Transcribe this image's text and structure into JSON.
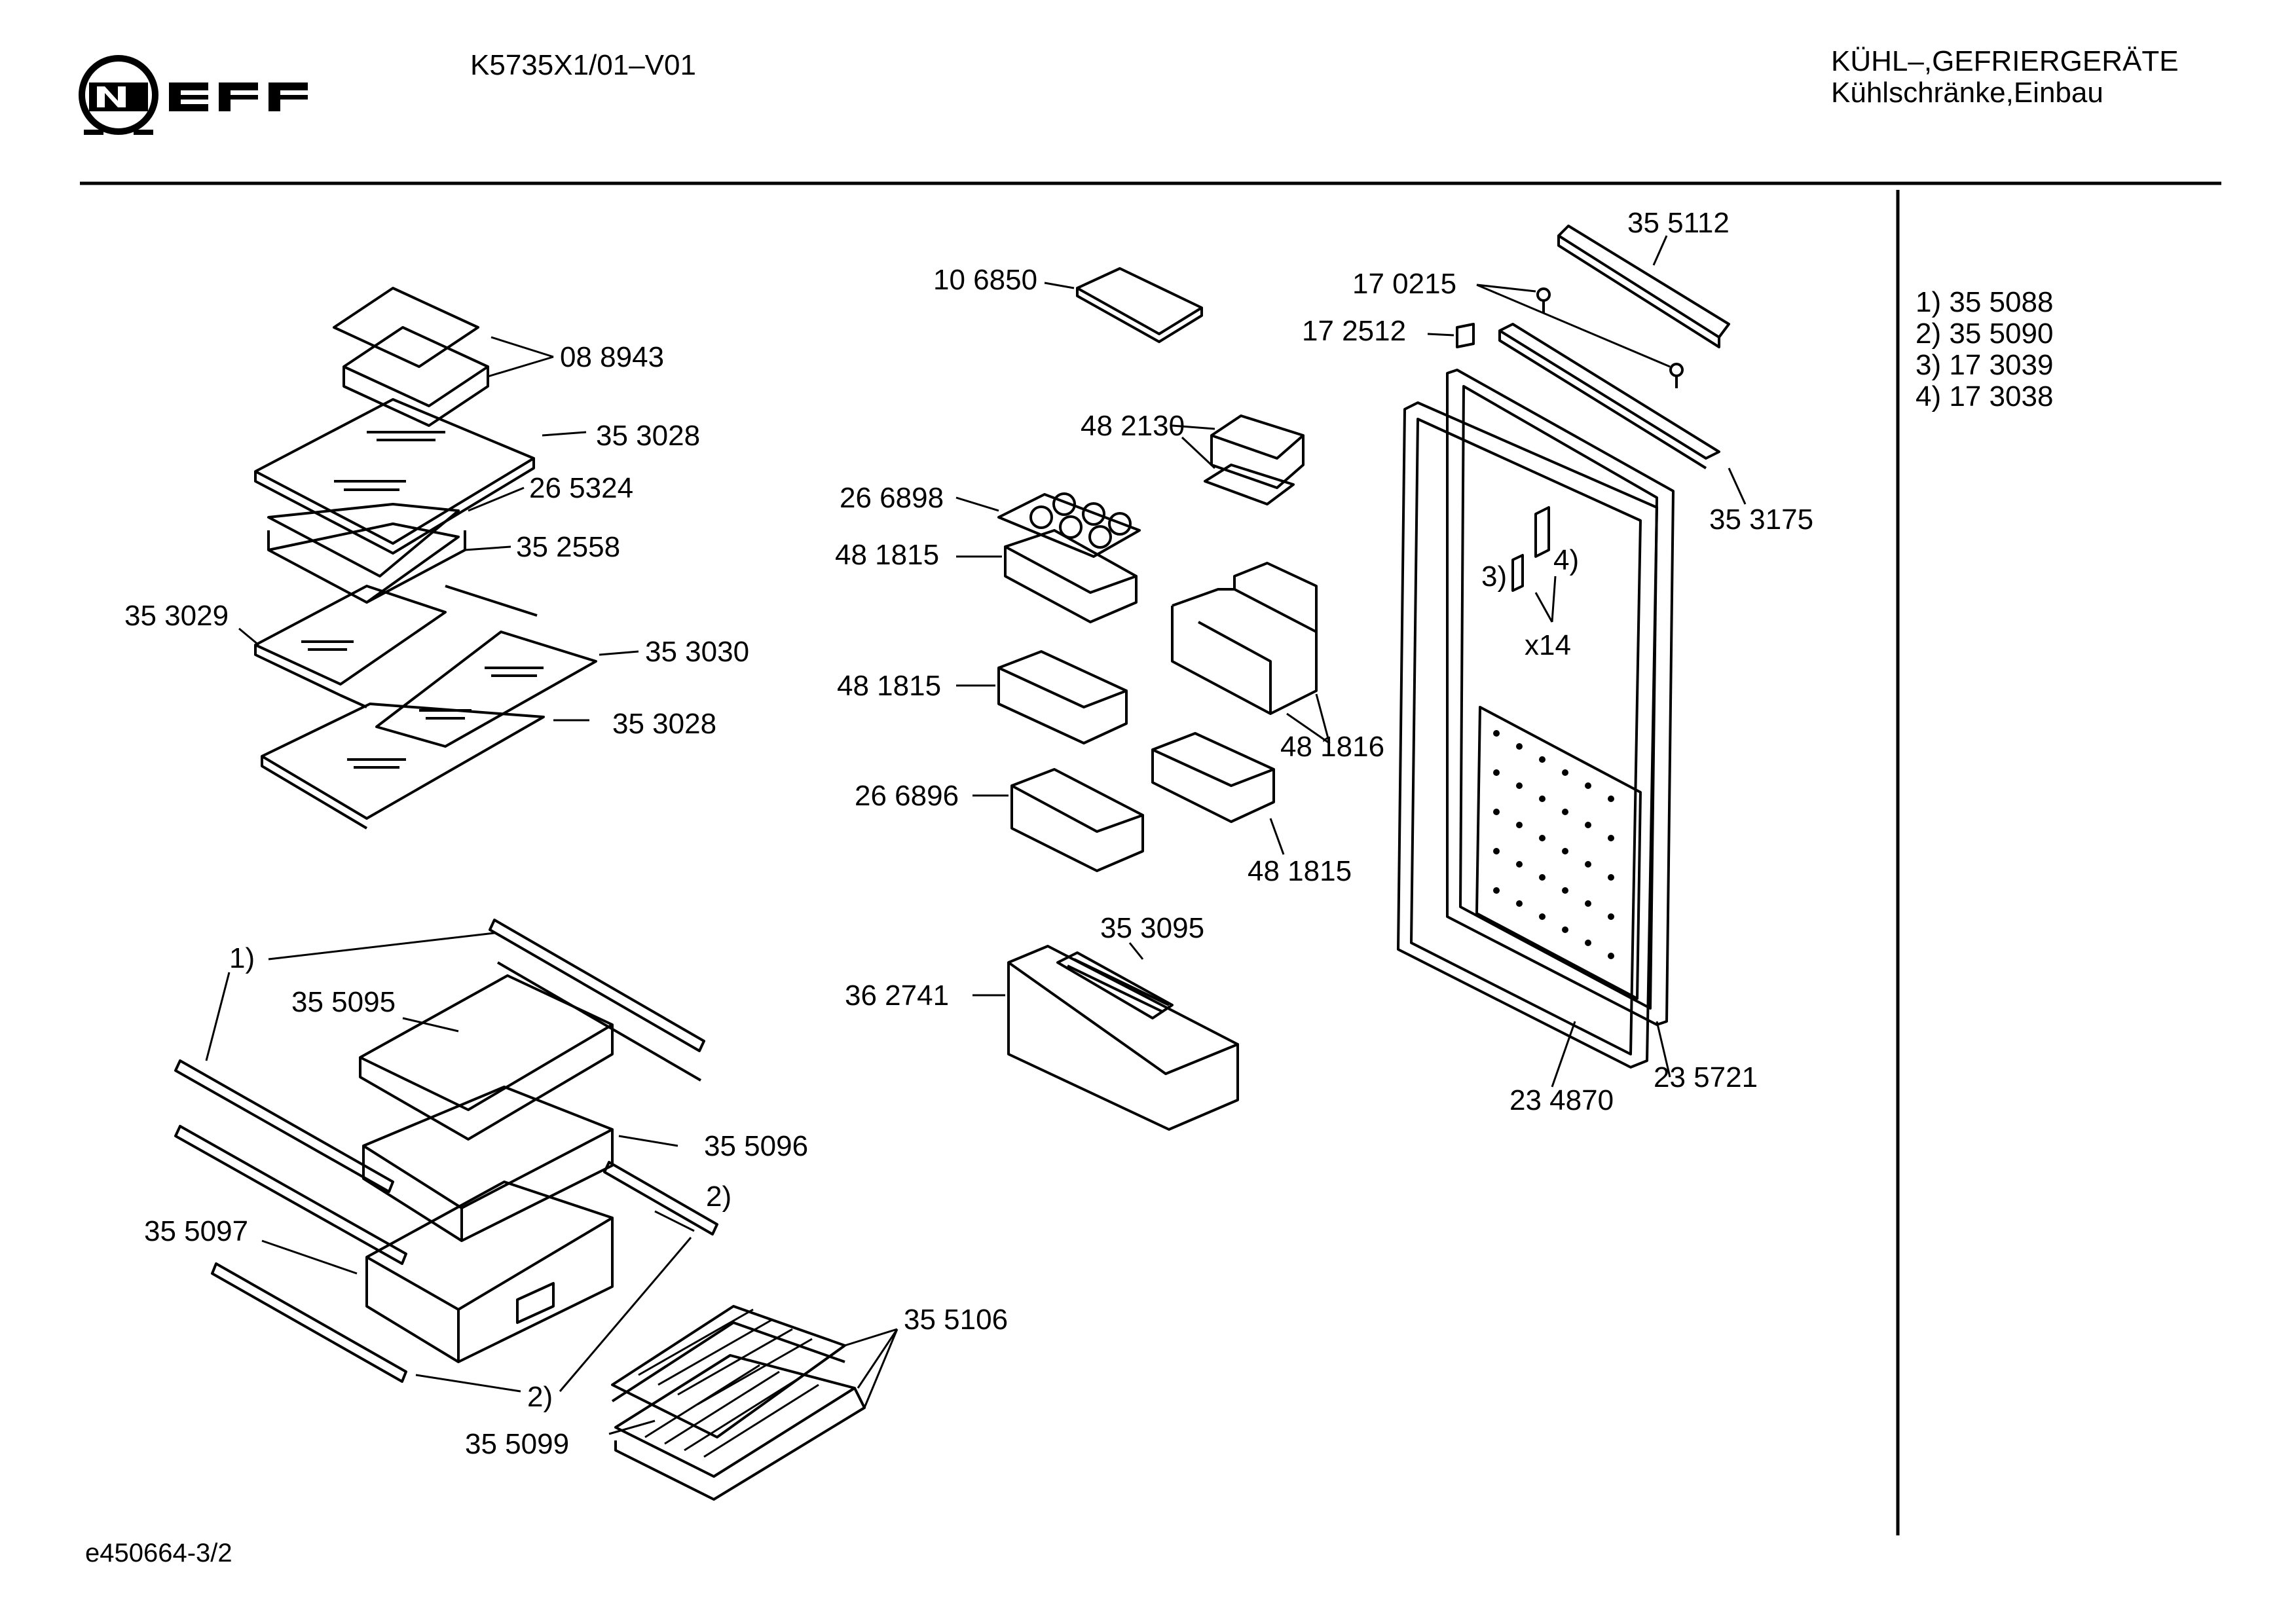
{
  "header": {
    "brand": "NEFF",
    "model": "K5735X1/01–V01",
    "category": "KÜHL–,GEFRIERGERÄTE",
    "subcategory": "Kühlschränke,Einbau"
  },
  "callouts": [
    {
      "id": "c1",
      "label": "08 8943"
    },
    {
      "id": "c2",
      "label": "35 3028"
    },
    {
      "id": "c3",
      "label": "26 5324"
    },
    {
      "id": "c4",
      "label": "35 2558"
    },
    {
      "id": "c5",
      "label": "35 3029"
    },
    {
      "id": "c6",
      "label": "35 3030"
    },
    {
      "id": "c7",
      "label": "35 3028"
    },
    {
      "id": "c8",
      "label": "1)"
    },
    {
      "id": "c9",
      "label": "35 5095"
    },
    {
      "id": "c10",
      "label": "35 5096"
    },
    {
      "id": "c11",
      "label": "2)"
    },
    {
      "id": "c12",
      "label": "35 5097"
    },
    {
      "id": "c13",
      "label": "2)"
    },
    {
      "id": "c14",
      "label": "35 5106"
    },
    {
      "id": "c15",
      "label": "35 5099"
    },
    {
      "id": "c16",
      "label": "10 6850"
    },
    {
      "id": "c17",
      "label": "48 2130"
    },
    {
      "id": "c18",
      "label": "26 6898"
    },
    {
      "id": "c19",
      "label": "48 1815"
    },
    {
      "id": "c20",
      "label": "48 1815"
    },
    {
      "id": "c21",
      "label": "48 1816"
    },
    {
      "id": "c22",
      "label": "26 6896"
    },
    {
      "id": "c23",
      "label": "48 1815"
    },
    {
      "id": "c24",
      "label": "35 3095"
    },
    {
      "id": "c25",
      "label": "36 2741"
    },
    {
      "id": "c26",
      "label": "35 5112"
    },
    {
      "id": "c27",
      "label": "17 0215"
    },
    {
      "id": "c28",
      "label": "17 2512"
    },
    {
      "id": "c29",
      "label": "35 3175"
    },
    {
      "id": "c30",
      "label": "3)"
    },
    {
      "id": "c31",
      "label": "4)"
    },
    {
      "id": "c32",
      "label": "x14"
    },
    {
      "id": "c33",
      "label": "23 4870"
    },
    {
      "id": "c34",
      "label": "23 5721"
    }
  ],
  "legend": [
    {
      "key": "1)",
      "value": "35 5088"
    },
    {
      "key": "2)",
      "value": "35 5090"
    },
    {
      "key": "3)",
      "value": "17 3039"
    },
    {
      "key": "4)",
      "value": "17 3038"
    }
  ],
  "footer": {
    "code": "e450664-3/2"
  }
}
